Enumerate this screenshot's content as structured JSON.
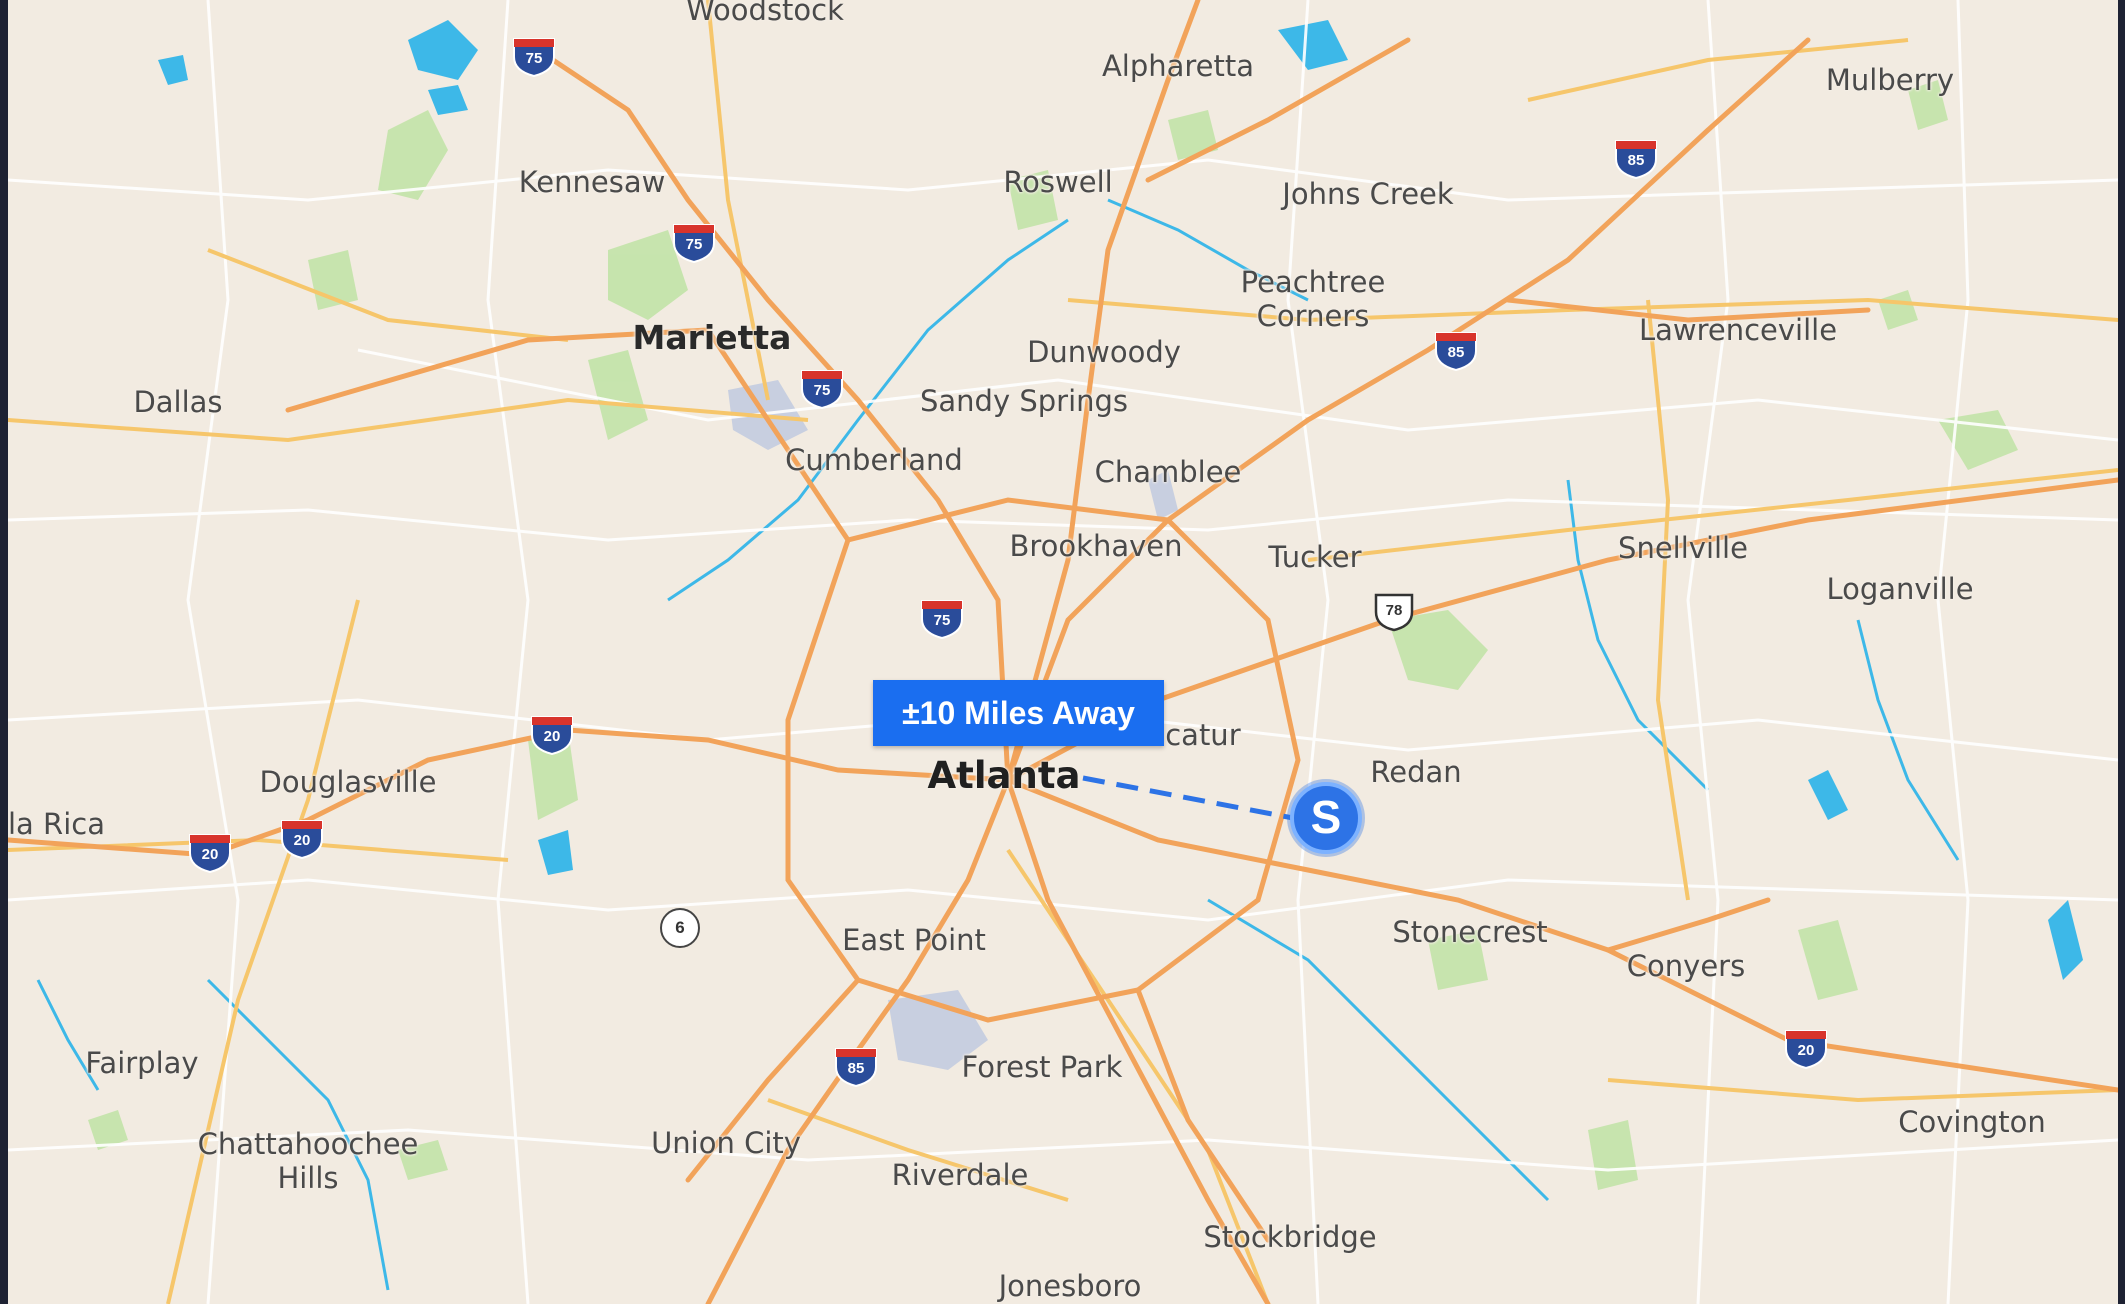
{
  "map": {
    "distance_label": "±10 Miles Away",
    "store_marker_letter": "S",
    "colors": {
      "land": "#f2ebe1",
      "water": "#3db8e8",
      "park": "#bfe3a4",
      "highway": "#f2a35a",
      "road": "#f6c66b",
      "label_bg": "#1a6ef0",
      "marker": "#2d73e6"
    },
    "cities": [
      {
        "id": "woodstock",
        "name": "Woodstock"
      },
      {
        "id": "alpharetta",
        "name": "Alpharetta"
      },
      {
        "id": "mulberry",
        "name": "Mulberry"
      },
      {
        "id": "kennesaw",
        "name": "Kennesaw"
      },
      {
        "id": "roswell",
        "name": "Roswell"
      },
      {
        "id": "johns-creek",
        "name": "Johns Creek"
      },
      {
        "id": "peachtree-corners",
        "name": "Peachtree\nCorners"
      },
      {
        "id": "marietta",
        "name": "Marietta"
      },
      {
        "id": "dunwoody",
        "name": "Dunwoody"
      },
      {
        "id": "lawrenceville",
        "name": "Lawrenceville"
      },
      {
        "id": "dallas",
        "name": "Dallas"
      },
      {
        "id": "sandy-springs",
        "name": "Sandy Springs"
      },
      {
        "id": "cumberland",
        "name": "Cumberland"
      },
      {
        "id": "chamblee",
        "name": "Chamblee"
      },
      {
        "id": "brookhaven",
        "name": "Brookhaven"
      },
      {
        "id": "tucker",
        "name": "Tucker"
      },
      {
        "id": "snellville",
        "name": "Snellville"
      },
      {
        "id": "loganville",
        "name": "Loganville"
      },
      {
        "id": "decatur",
        "name": "ecatur"
      },
      {
        "id": "redan",
        "name": "Redan"
      },
      {
        "id": "atlanta",
        "name": "Atlanta"
      },
      {
        "id": "douglasville",
        "name": "Douglasville"
      },
      {
        "id": "la-rica",
        "name": "la Rica"
      },
      {
        "id": "stonecrest",
        "name": "Stonecrest"
      },
      {
        "id": "east-point",
        "name": "East Point"
      },
      {
        "id": "conyers",
        "name": "Conyers"
      },
      {
        "id": "fairplay",
        "name": "Fairplay"
      },
      {
        "id": "forest-park",
        "name": "Forest Park"
      },
      {
        "id": "covington",
        "name": "Covington"
      },
      {
        "id": "chattahoochee-hills",
        "name": "Chattahoochee\nHills"
      },
      {
        "id": "union-city",
        "name": "Union City"
      },
      {
        "id": "riverdale",
        "name": "Riverdale"
      },
      {
        "id": "stockbridge",
        "name": "Stockbridge"
      },
      {
        "id": "jonesboro",
        "name": "Jonesboro"
      }
    ],
    "interstates": [
      "75",
      "75",
      "75",
      "75",
      "85",
      "85",
      "85",
      "20",
      "20",
      "20",
      "20"
    ],
    "us_routes": [
      "78"
    ],
    "state_routes": [
      "6"
    ]
  }
}
